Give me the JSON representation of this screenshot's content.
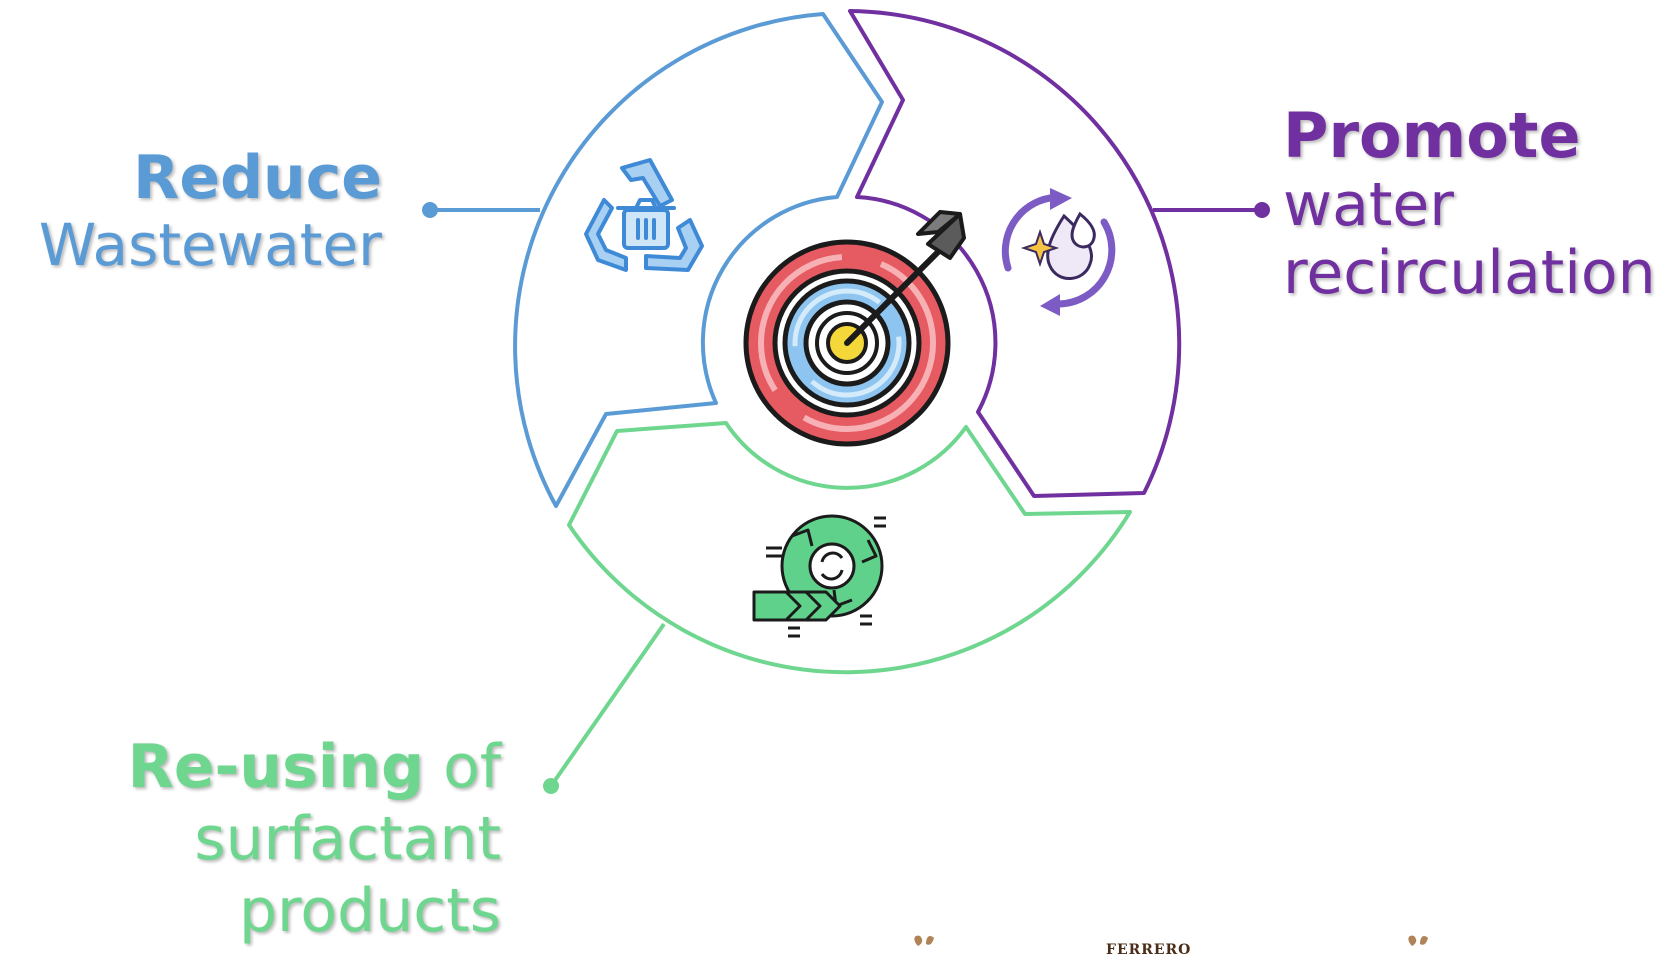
{
  "labels": {
    "reduce": {
      "emphasis": "Reduce",
      "rest": "Wastewater"
    },
    "promote": {
      "emphasis": "Promote",
      "line2": "water",
      "line3": "recirculation"
    },
    "reuse": {
      "emphasis": "Re-using",
      "after": " of",
      "line2": "surfactant",
      "line3": "products"
    }
  },
  "footer": {
    "brand": "FERRERO"
  },
  "colors": {
    "blue": "#5b9bd5",
    "purple": "#7030a0",
    "green": "#6fd68f",
    "target_red": "#e65a62",
    "target_blue": "#8ec5f0",
    "target_yellow": "#f4d83a",
    "icon_green": "#5fd18a",
    "icon_purple": "#7c5cc4"
  },
  "icons": {
    "center": "target-icon",
    "reduce": "recycle-trash-icon",
    "promote": "water-recycle-icon",
    "reuse": "reuse-process-icon"
  }
}
